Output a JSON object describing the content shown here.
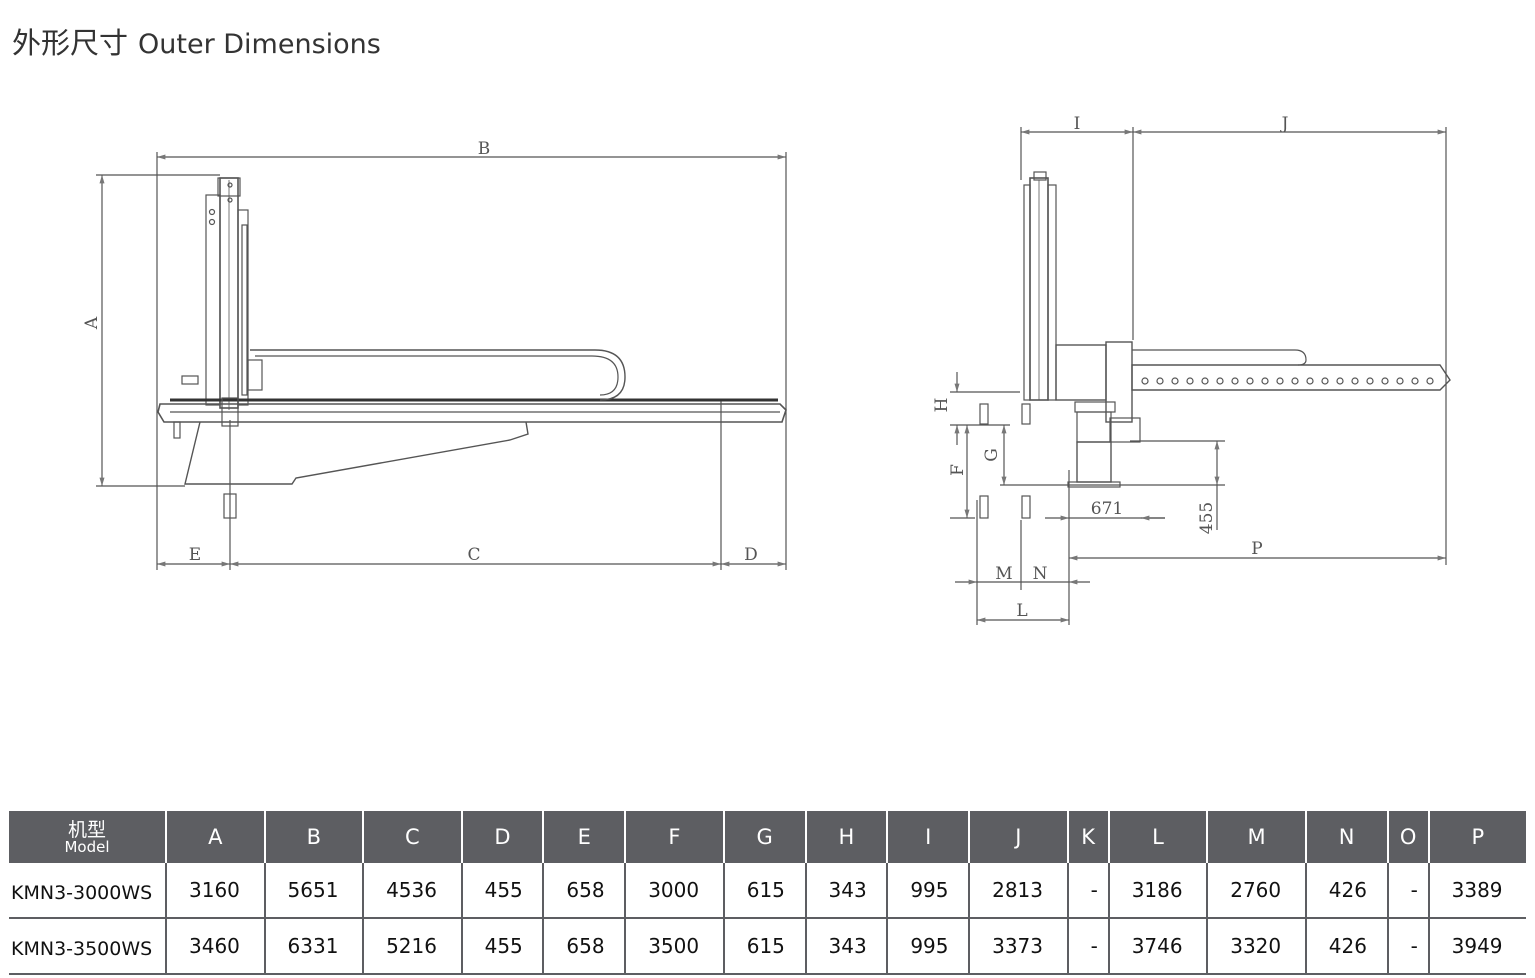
{
  "header": {
    "title_cn": "外形尺寸",
    "title_en": "Outer Dimensions"
  },
  "labels": {
    "A": "A",
    "B": "B",
    "C": "C",
    "D": "D",
    "E": "E",
    "F": "F",
    "G": "G",
    "H": "H",
    "I": "I",
    "J": "J",
    "L": "L",
    "M": "M",
    "N": "N",
    "P": "P",
    "dim_671": "671",
    "dim_455": "455"
  },
  "table": {
    "model_cn": "机型",
    "model_en": "Model",
    "columns": [
      "A",
      "B",
      "C",
      "D",
      "E",
      "F",
      "G",
      "H",
      "I",
      "J",
      "K",
      "L",
      "M",
      "N",
      "O",
      "P"
    ],
    "rows": [
      {
        "model": "KMN3-3000WS",
        "values": [
          "3160",
          "5651",
          "4536",
          "455",
          "658",
          "3000",
          "615",
          "343",
          "995",
          "2813",
          "-",
          "3186",
          "2760",
          "426",
          "-",
          "3389"
        ]
      },
      {
        "model": "KMN3-3500WS",
        "values": [
          "3460",
          "6331",
          "5216",
          "455",
          "658",
          "3500",
          "615",
          "343",
          "995",
          "3373",
          "-",
          "3746",
          "3320",
          "426",
          "-",
          "3949"
        ]
      }
    ]
  }
}
